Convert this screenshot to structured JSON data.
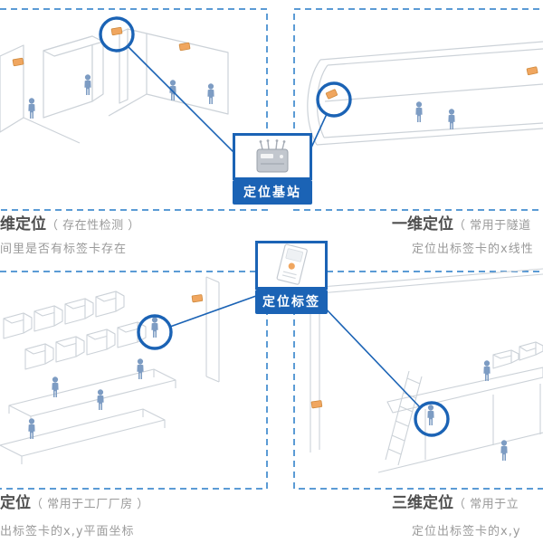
{
  "colors": {
    "accent_blue": "#1b63b5",
    "dashed_border_blue": "#5b9bd5",
    "device_orange": "#f0a65f",
    "person_blue": "#7d9cc3",
    "sketch_gray": "#ccd2d8",
    "title_gray": "#4f4f4f",
    "note_gray": "#9a9a9a"
  },
  "center": {
    "base_station_label": "定位基站",
    "tag_label": "定位标签"
  },
  "quadrants": {
    "top_left": {
      "title": "维定位",
      "title_note": "（ 存在性检测 ）",
      "subtitle": "间里是否有标签卡存在"
    },
    "top_right": {
      "title": "一维定位",
      "title_note": "（ 常用于隧道",
      "subtitle": "定位出标签卡的x线性"
    },
    "bottom_left": {
      "title": "定位",
      "title_note": "（ 常用于工厂厂房 ）",
      "subtitle": "出标签卡的x,y平面坐标"
    },
    "bottom_right": {
      "title": "三维定位",
      "title_note": "（ 常用于立",
      "subtitle": "定位出标签卡的x,y"
    }
  }
}
